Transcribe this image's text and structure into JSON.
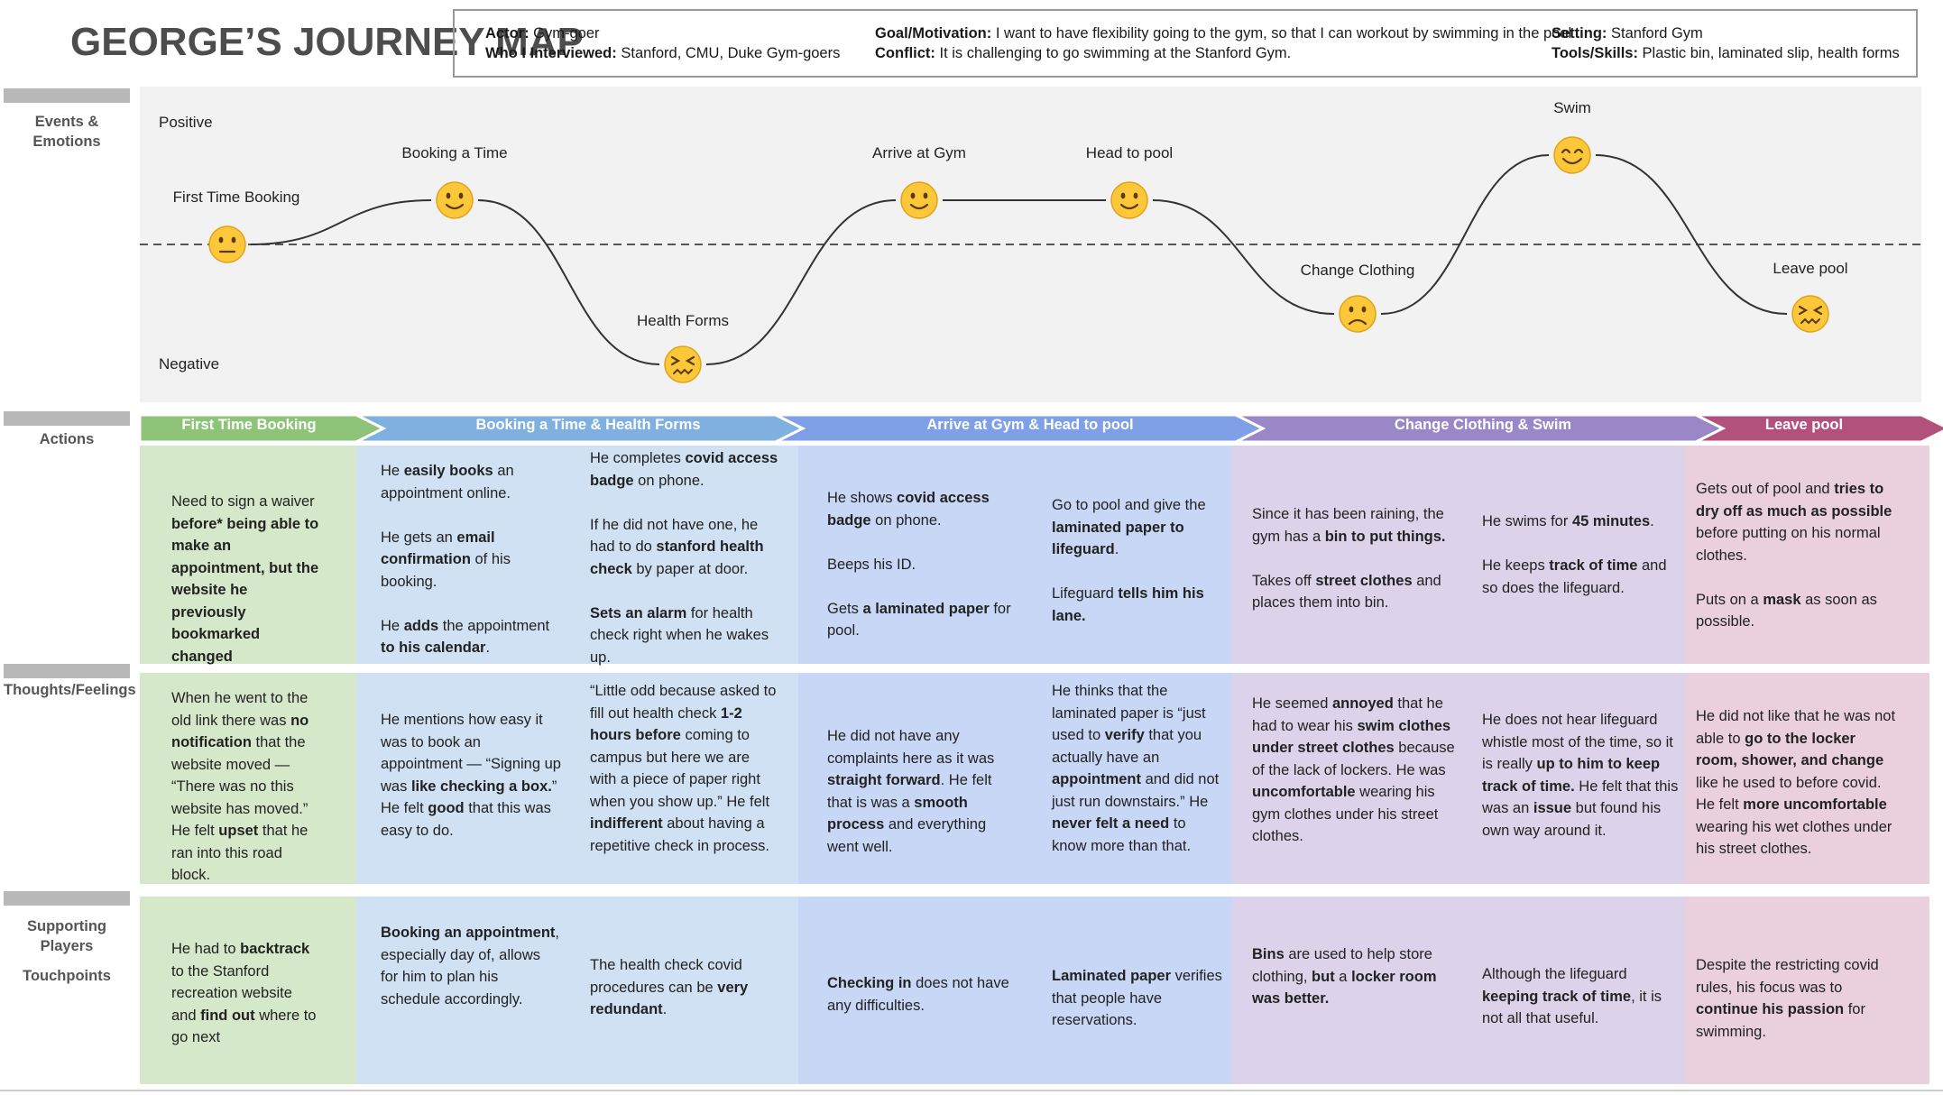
{
  "title": "GEORGE’S  JOURNEY MAP",
  "info": {
    "actor_label": "Actor:",
    "actor": " Gym-goer",
    "interviewed_label": "Who I Interviewed:",
    "interviewed": " Stanford, CMU, Duke Gym-goers",
    "goal_label": "Goal/Motivation:",
    "goal": " I want to have flexibility going to the gym, so that I can workout by swimming in the pool .",
    "conflict_label": "Conflict:",
    "conflict": " It is challenging to go swimming at the Stanford Gym.",
    "setting_label": "Setting:",
    "setting": " Stanford Gym",
    "tools_label": "Tools/Skills:",
    "tools": " Plastic bin, laminated slip, health forms"
  },
  "rows": {
    "events": "Events &\nEmotions",
    "actions": "Actions",
    "thoughts": "Thoughts/Feelings",
    "supporting": "Supporting\nPlayers",
    "touchpoints": "Touchpoints"
  },
  "emotion_axis": {
    "positive": "Positive",
    "negative": "Negative"
  },
  "stages": [
    {
      "label": "First Time Booking",
      "emotion": "neutral-face-icon",
      "level": 0
    },
    {
      "label": "Booking a Time",
      "emotion": "slight-smile-icon",
      "level": 1
    },
    {
      "label": "Health Forms",
      "emotion": "confounded-face-icon",
      "level": -3
    },
    {
      "label": "Arrive at Gym",
      "emotion": "slight-smile-icon",
      "level": 1
    },
    {
      "label": "Head to pool",
      "emotion": "slight-smile-icon",
      "level": 1
    },
    {
      "label": "Change Clothing",
      "emotion": "frowning-face-icon",
      "level": -2
    },
    {
      "label": "Swim",
      "emotion": "smiling-face-icon",
      "level": 2
    },
    {
      "label": "Leave pool",
      "emotion": "confounded-face-icon",
      "level": -2
    }
  ],
  "phases": [
    {
      "label": "First Time Booking",
      "color": "#8dc478"
    },
    {
      "label": "Booking a Time & Health Forms",
      "color": "#7fb0df"
    },
    {
      "label": "Arrive at Gym & Head to pool",
      "color": "#7f9fe6"
    },
    {
      "label": "Change Clothing & Swim",
      "color": "#9a87c8"
    },
    {
      "label": "Leave pool",
      "color": "#b2527c"
    }
  ],
  "cells": {
    "actions": [
      [
        "Need to sign a waiver ",
        "*before* being able to make an appointment, but the website he previously bookmarked ",
        "*changed*"
      ],
      [
        "He ",
        "*easily books*",
        " an appointment online.\n\nHe gets an ",
        "*email confirmation*",
        " of his booking.\n\nHe ",
        "*adds*",
        " the appointment ",
        "*to his calendar*",
        "."
      ],
      [
        "He completes ",
        "*covid access badge*",
        " on phone.\n\nIf he did not have one, he had to do ",
        "*stanford health check*",
        " by paper at door.\n\n",
        "*Sets an alarm*",
        " for health check right when he wakes up."
      ],
      [
        "He shows ",
        "*covid access badge*",
        " on phone.\n\nBeeps his ID.\n\nGets ",
        "*a laminated paper*",
        "  for pool."
      ],
      [
        "Go to pool and give the ",
        "*laminated paper to lifeguard*",
        ".\n\nLifeguard ",
        "*tells him his lane.*"
      ],
      [
        "Since it has been raining, the gym has a ",
        "*bin to put things.*",
        "\n\nTakes off ",
        "*street clothes*",
        " and places them into bin."
      ],
      [
        "He swims for ",
        "*45 minutes*",
        ".\n\nHe keeps ",
        "*track of time*",
        " and so does the lifeguard."
      ],
      [
        "Gets out of pool and ",
        "*tries to dry off as much as possible*",
        " before putting on his normal clothes.\n\nPuts on a ",
        "*mask*",
        " as soon as possible."
      ]
    ],
    "thoughts": [
      [
        "When he went to the old link there was ",
        "*no notification*",
        " that the website moved — “There was no this website has moved.” He felt ",
        "*upset*",
        " that he ran into this road block."
      ],
      [
        "He mentions how easy it was to book an appointment  — “Signing up was ",
        "*like checking a box.*",
        "” He felt ",
        "*good*",
        " that this was easy to do."
      ],
      [
        "“Little odd because asked to fill out health check ",
        "*1-2 hours before*",
        " coming to campus but here we are with a piece of paper right when you show up.” He felt ",
        "*indifferent*",
        " about having a repetitive check in process."
      ],
      [
        "He did not have any complaints here as it was ",
        "*straight forward*",
        ". He felt that is was a ",
        "*smooth process*",
        " and everything went well."
      ],
      [
        "He thinks that the laminated paper is “just used to ",
        "*verify*",
        " that you actually have an ",
        "*appointment*",
        " and did not just run downstairs.” He ",
        "*never felt a need*",
        " to know more than that."
      ],
      [
        "He seemed ",
        "*annoyed*",
        " that he had to wear his ",
        "*swim clothes under street clothes*",
        " because of the lack of lockers. He was ",
        "*uncomfortable*",
        " wearing his gym clothes under his street clothes."
      ],
      [
        "He does not hear lifeguard whistle most of the time, so it is really ",
        "*up to him to keep track of time.*",
        " He felt that this was an ",
        "*issue*",
        " but found his own way around it."
      ],
      [
        "He did not like that he was not able to ",
        "*go to the locker room, shower, and change*",
        " like he used to before covid. He felt ",
        "*more uncomfortable*",
        " wearing his wet clothes under his street clothes."
      ]
    ],
    "support": [
      [
        "He had to ",
        "*backtrack*",
        " to the Stanford recreation website and ",
        "*find out*",
        " where to go next"
      ],
      [
        "*Booking an appointment*",
        ", especially day of, allows for him to plan his schedule accordingly."
      ],
      [
        "The health check covid procedures can be ",
        "*very redundant*",
        "."
      ],
      [
        "*Checking in*",
        " does not have any difficulties."
      ],
      [
        "*Laminated paper*",
        " verifies that people have reservations."
      ],
      [
        "*Bins*",
        " are used to help store clothing, ",
        "*but",
        " a ",
        "*locker room was better.*"
      ],
      [
        "Although the lifeguard ",
        "*keeping track of time*",
        ", it is not all that useful."
      ],
      [
        "Despite the restricting covid rules, his focus was to ",
        "*continue his passion*",
        " for swimming."
      ]
    ]
  }
}
